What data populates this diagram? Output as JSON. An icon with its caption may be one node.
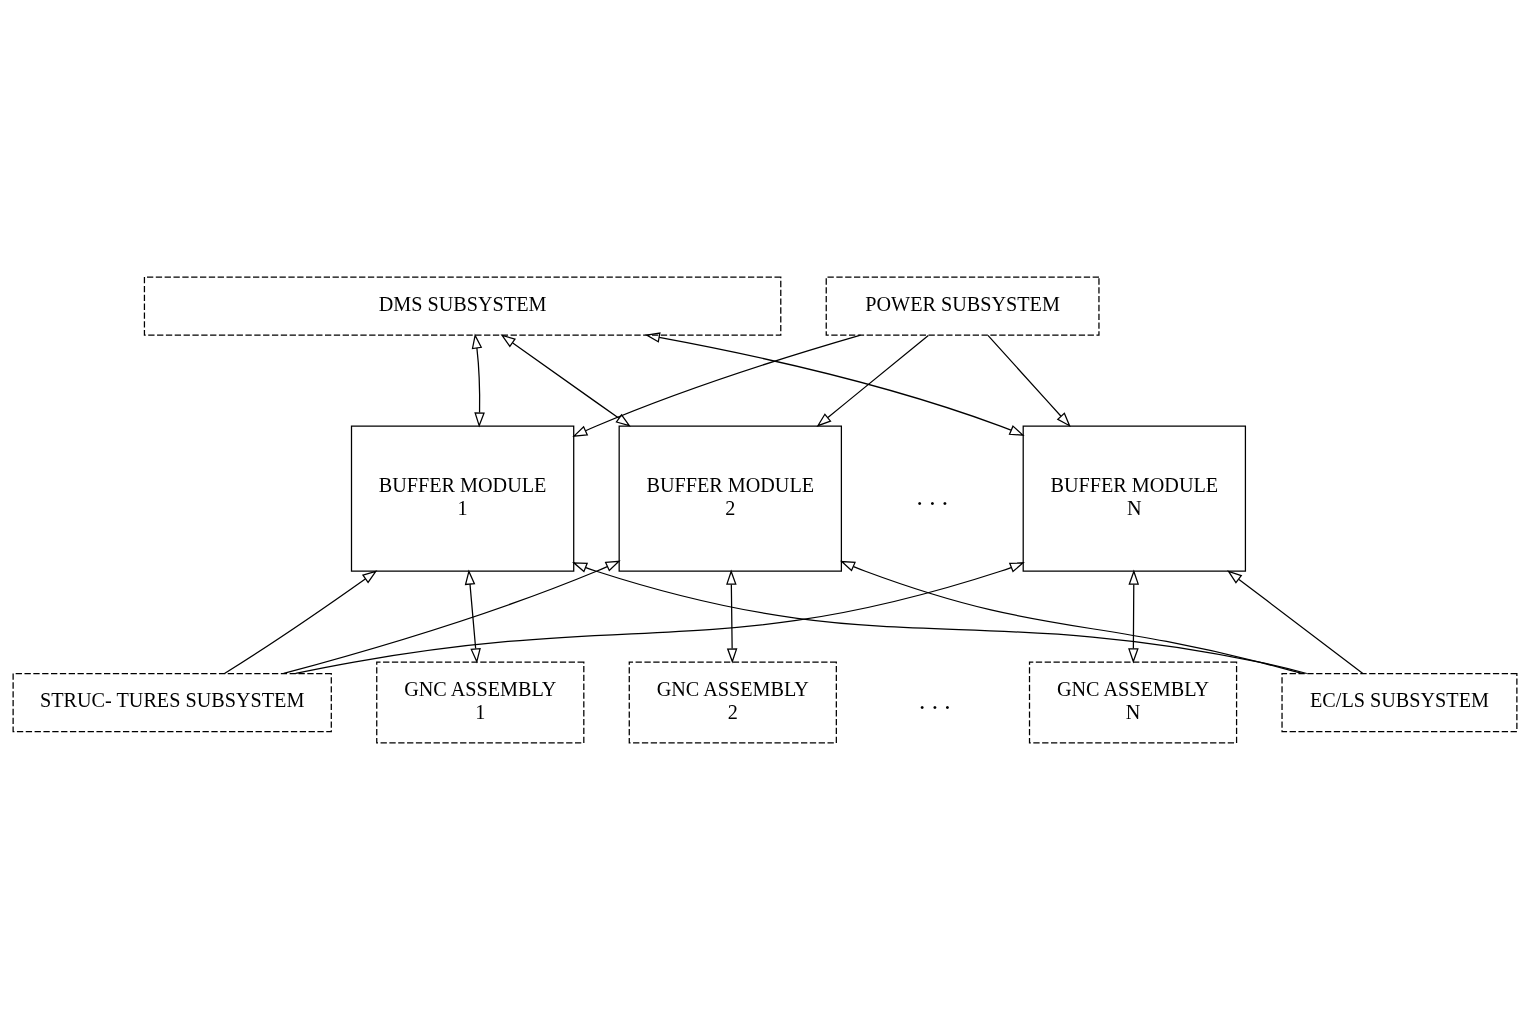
{
  "diagram": {
    "nodes": [
      {
        "text": [
          "DMS SUBSYSTEM"
        ]
      },
      {
        "text": [
          "STRUC- TURES SUBSYSTEM"
        ]
      },
      {
        "text": [
          "POWER SUBSYSTEM"
        ]
      },
      {
        "text": [
          "BUFFER MODULE",
          "1"
        ]
      },
      {
        "text": [
          "BUFFER MODULE",
          "2"
        ]
      },
      {
        "text": [
          "BUFFER MODULE",
          "N"
        ]
      },
      {
        "text": [
          "EC/LS SUBSYSTEM"
        ]
      },
      {
        "text": [
          "GNC ASSEMBLY",
          "1"
        ]
      },
      {
        "text": [
          "GNC ASSEMBLY",
          "2"
        ]
      },
      {
        "text": [
          "GNC ASSEMBLY",
          "N"
        ]
      }
    ],
    "edges": [
      {
        "from": 0,
        "to": 3,
        "arrow": "both"
      },
      {
        "from": 0,
        "to": 4,
        "arrow": "both"
      },
      {
        "from": 0,
        "to": 5,
        "arrow": "both"
      },
      {
        "from": 2,
        "to": 3,
        "arrow": "to"
      },
      {
        "from": 2,
        "to": 4,
        "arrow": "to"
      },
      {
        "from": 2,
        "to": 5,
        "arrow": "to"
      },
      {
        "from": 6,
        "to": 3,
        "arrow": "to"
      },
      {
        "from": 6,
        "to": 4,
        "arrow": "to"
      },
      {
        "from": 6,
        "to": 5,
        "arrow": "to"
      },
      {
        "from": 1,
        "to": 3,
        "arrow": "to"
      },
      {
        "from": 1,
        "to": 4,
        "arrow": "to"
      },
      {
        "from": 1,
        "to": 5,
        "arrow": "to"
      },
      {
        "from": 3,
        "to": 7,
        "arrow": "both"
      },
      {
        "from": 4,
        "to": 8,
        "arrow": "both"
      },
      {
        "from": 5,
        "to": 9,
        "arrow": "both"
      }
    ],
    "labels": [
      ". . .",
      ". . ."
    ]
  }
}
